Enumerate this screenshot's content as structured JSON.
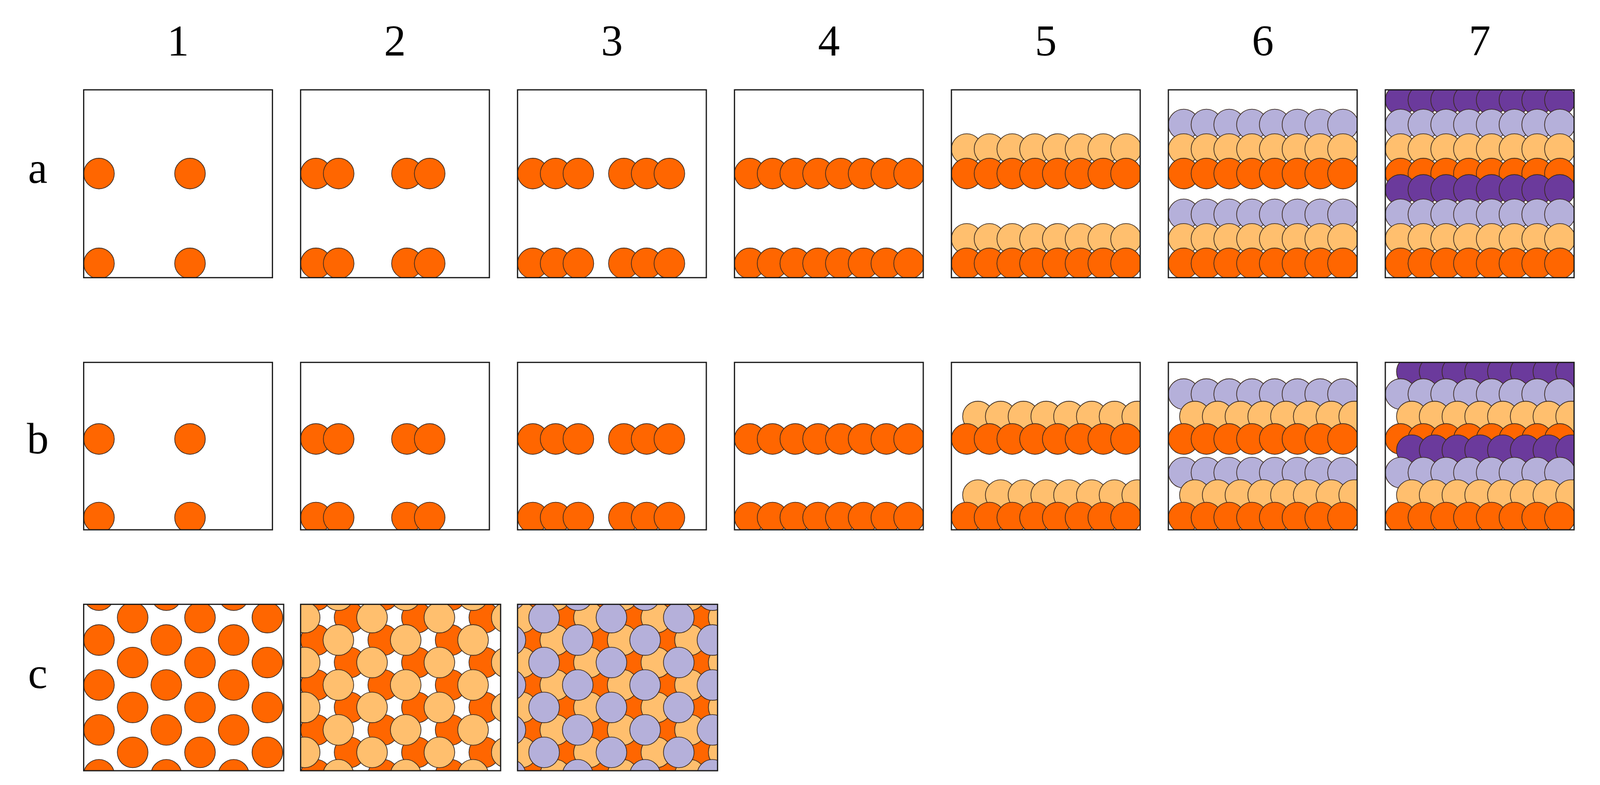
{
  "diagram": {
    "labels": [
      "1",
      "2",
      "3",
      "4",
      "5",
      "6",
      "7",
      "a",
      "b",
      "c"
    ]
  }
}
